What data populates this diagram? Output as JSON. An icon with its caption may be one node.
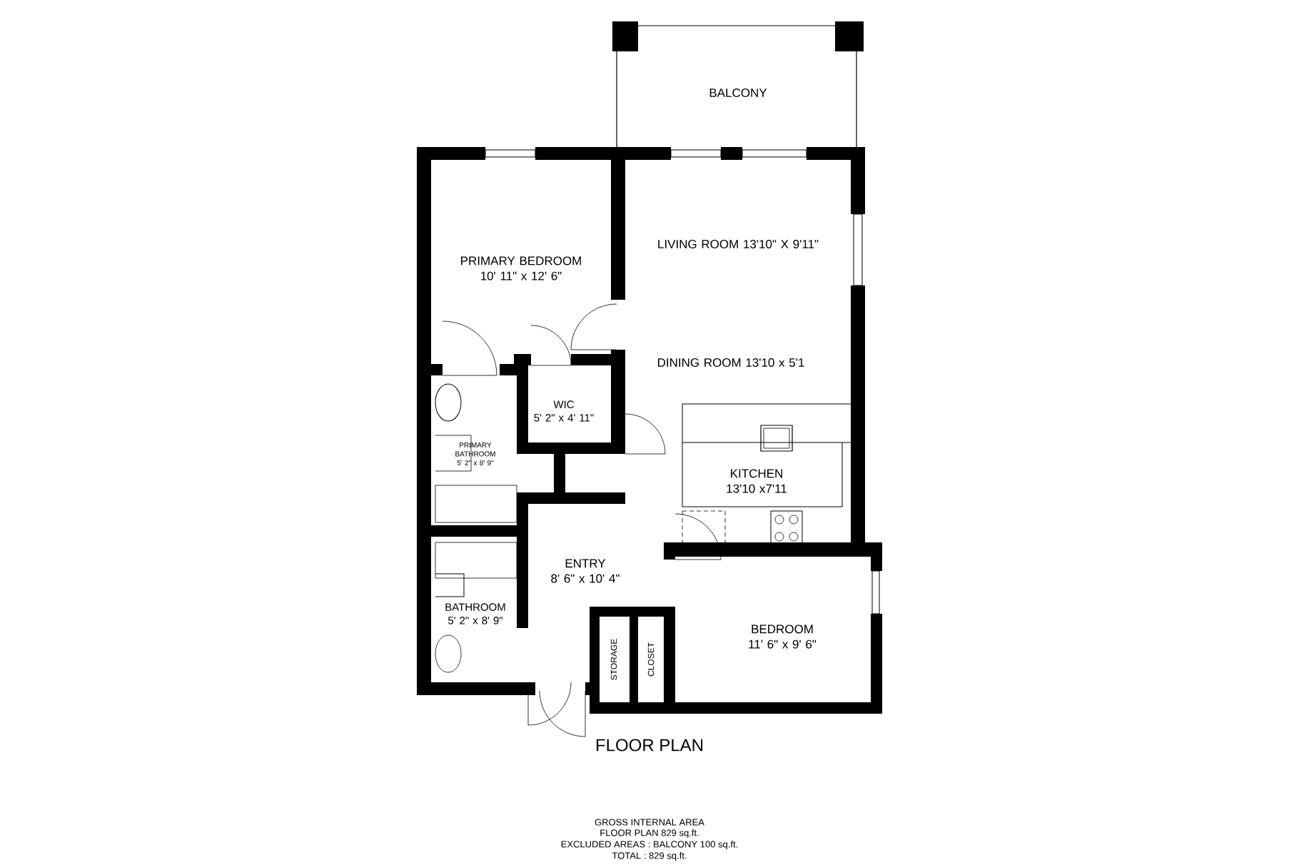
{
  "diagram": {
    "title": "FLOOR PLAN",
    "nodes": [
      {
        "text": [
          "BALCONY"
        ]
      },
      {
        "text": [
          "PRIMARY BEDROOM",
          "10' 11\" x 12' 6\""
        ]
      },
      {
        "text": [
          "LIVING ROOM 13'10\" X 9'11\""
        ]
      },
      {
        "text": [
          "DINING ROOM 13'10 x 5'1"
        ]
      },
      {
        "text": [
          "WIC",
          "5' 2\" x 4' 11\""
        ]
      },
      {
        "text": [
          "PRIMARY BATHROOM",
          "5' 2\" x 8' 9\""
        ]
      },
      {
        "text": [
          "KITCHEN",
          "13'10 x7'11"
        ]
      },
      {
        "text": [
          "ENTRY",
          "8' 6\" x 10' 4\""
        ]
      },
      {
        "text": [
          "BATHROOM",
          "5' 2\" x 8' 9\""
        ]
      },
      {
        "text": [
          "BEDROOM",
          "11' 6\" x 9' 6\""
        ]
      },
      {
        "text": [
          "STORAGE"
        ]
      },
      {
        "text": [
          "CLOSET"
        ]
      }
    ],
    "labels": [
      "GROSS INTERNAL AREA",
      "FLOOR PLAN 829 sq.ft.",
      "EXCLUDED AREAS : BALCONY 100 sq.ft.",
      "TOTAL : 829 sq.ft."
    ]
  }
}
